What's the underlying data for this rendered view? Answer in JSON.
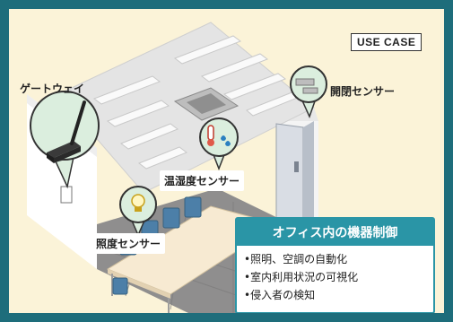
{
  "badge": "USE CASE",
  "labels": {
    "gateway": "ゲートウェイ",
    "door_sensor": "開閉センサー",
    "temp_humidity_sensor": "温湿度センサー",
    "light_sensor": "照度センサー"
  },
  "info": {
    "title": "オフィス内の機器制御",
    "items": [
      "•照明、空調の自動化",
      "•室内利用状況の可視化",
      "•侵入者の検知"
    ]
  },
  "colors": {
    "frame": "#1e6d7b",
    "background": "#fbf3d8",
    "accent": "#2a95a6",
    "bubble": "#dbeede"
  }
}
